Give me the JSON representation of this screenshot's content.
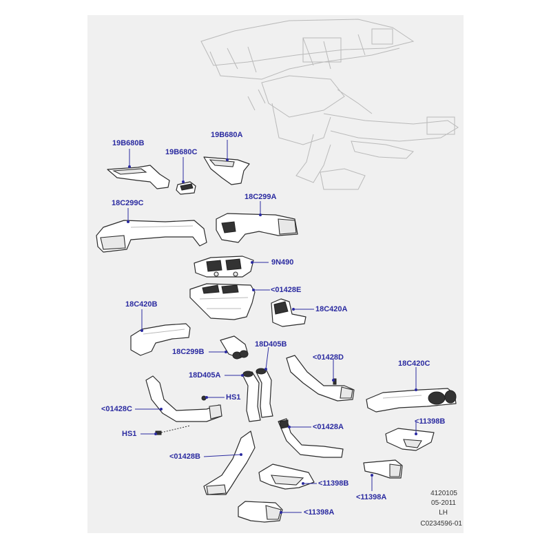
{
  "labels": {
    "l19B680B": "19B680B",
    "l19B680C": "19B680C",
    "l19B680A": "19B680A",
    "l18C299C": "18C299C",
    "l18C299A": "18C299A",
    "l9N490": "9N490",
    "l01428E": "<01428E",
    "l18C420B": "18C420B",
    "l18C420A": "18C420A",
    "l18D405B": "18D405B",
    "l18C299B": "18C299B",
    "l01428D": "<01428D",
    "l18C420C": "18C420C",
    "l18D405A": "18D405A",
    "lHS1a": "HS1",
    "l01428C": "<01428C",
    "l11398B_r": "<11398B",
    "lHS1b": "HS1",
    "l01428A": "<01428A",
    "l01428B": "<01428B",
    "l11398B_m": "<11398B",
    "l11398A_r": "<11398A",
    "l11398A_b": "<11398A"
  },
  "meta": {
    "code": "4120105",
    "date": "05-2011",
    "side": "LH",
    "ref": "C0234596-01"
  },
  "colors": {
    "label": "#2a2aa0",
    "background": "#f0f0f0"
  }
}
